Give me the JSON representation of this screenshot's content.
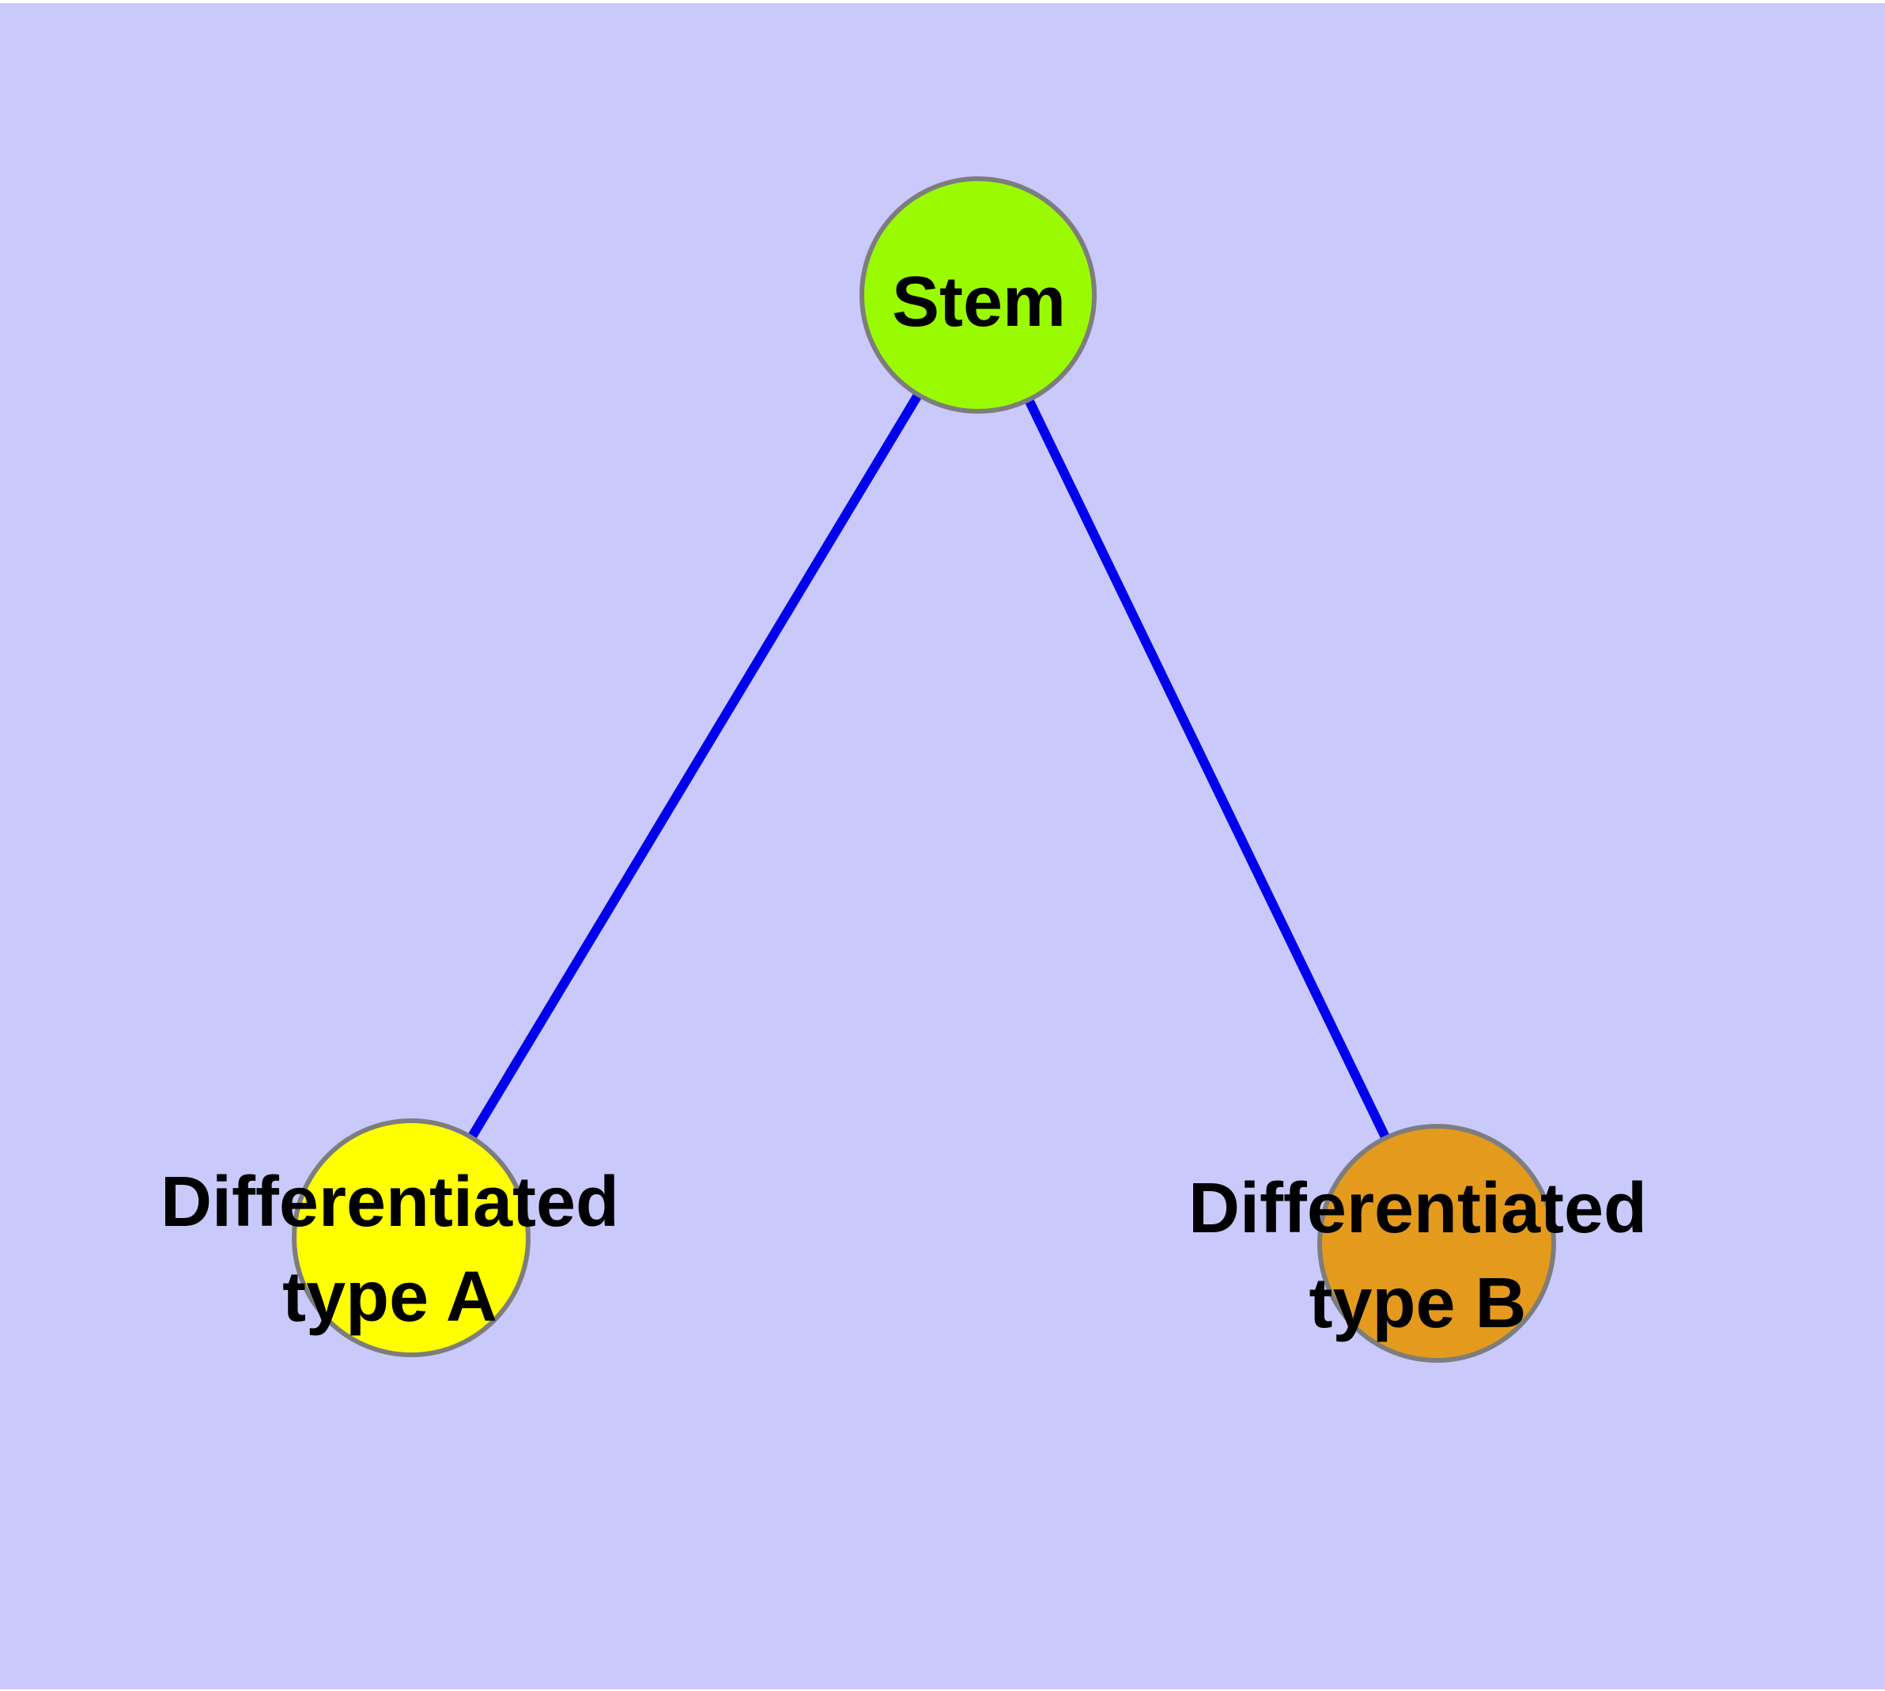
{
  "canvas": {
    "background_color": "#C9C9FB",
    "top_margin_color": "#FFFFFF"
  },
  "nodes": [
    {
      "id": "stem",
      "label": "Stem",
      "fill": "#9AFB00",
      "border": "#7D7D7D"
    },
    {
      "id": "differentiated-type-a",
      "label_lines": [
        "Differentiated",
        "type A"
      ],
      "fill": "#FFFF00",
      "border": "#7D7D7D"
    },
    {
      "id": "differentiated-type-b",
      "label_lines": [
        "Differentiated",
        "type B"
      ],
      "fill": "#E49A1D",
      "border": "#7D7D7D"
    }
  ],
  "edges": [
    {
      "from": "Stem",
      "to": "Differentiated type A",
      "color": "#0000EE"
    },
    {
      "from": "Stem",
      "to": "Differentiated type B",
      "color": "#0000EE"
    }
  ]
}
